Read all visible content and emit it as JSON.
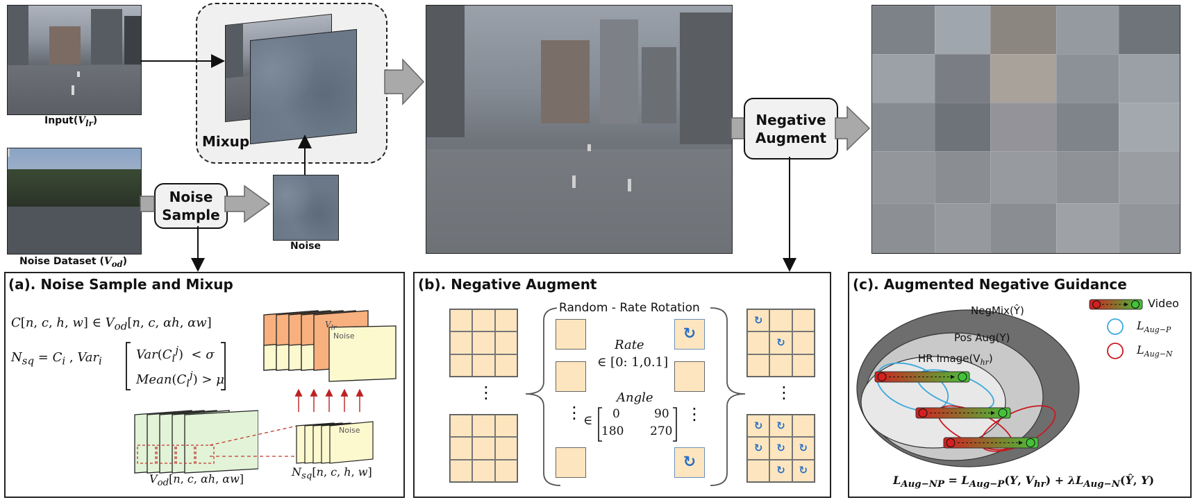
{
  "top": {
    "input_label": "Input(",
    "input_var": "V",
    "input_sub": "lr",
    "noise_dataset_label": "Noise Dataset (",
    "noise_dataset_var": "V",
    "noise_dataset_sub": "od",
    "close_paren": ")",
    "mixup_label": "Mixup",
    "noise_sample_label": "Noise Sample",
    "noise_label": "Noise",
    "negative_augment_label": "Negative Augment"
  },
  "panel_a": {
    "title": "(a). Noise Sample and Mixup",
    "eq1": "C[n, c, h, w] ∈ V_od[n, c, αh, αw]",
    "eq2_lhs": "N_sq = C_i , Var_i",
    "eq2_row1": "Var(C_i^j)  < σ",
    "eq2_row2": "Mean(C_i^j) > μ",
    "stack_label_vlr": "V_lr",
    "stack_label_noise": "Noise",
    "small_stack_noise": "Noise",
    "vod_caption": "V_od[n, c, αh, αw]",
    "nsq_caption": "N_sq[n, c, h, w]"
  },
  "panel_b": {
    "title": "(b). Negative Augment",
    "brace_title": "Random - Rate Rotation",
    "rate_label": "Rate",
    "rate_range": "∈ [0: 1,0.1]",
    "angle_label": "Angle",
    "angle_in": "∈",
    "angle_m11": "0",
    "angle_m12": "90",
    "angle_m21": "180",
    "angle_m22": "270",
    "vdots": "⋮"
  },
  "panel_c": {
    "title": "(c). Augmented Negative Guidance",
    "negmix_label": "NegMix(Ŷ)",
    "posaug_label": "Pos Aug(Y)",
    "hr_label": "HR Image(V",
    "hr_sub": "hr",
    "legend_video": "Video",
    "legend_p": "L",
    "legend_p_sub": "Aug−P",
    "legend_n": "L",
    "legend_n_sub": "Aug−N",
    "loss_formula": "L_Aug−NP = L_Aug−P(Y, V_hr) + λL_Aug−N(Ŷ, Y)",
    "colors": {
      "pos": "#39a9dc",
      "neg": "#c8181e",
      "video_start": "#d32020",
      "video_end": "#44c23a"
    }
  }
}
